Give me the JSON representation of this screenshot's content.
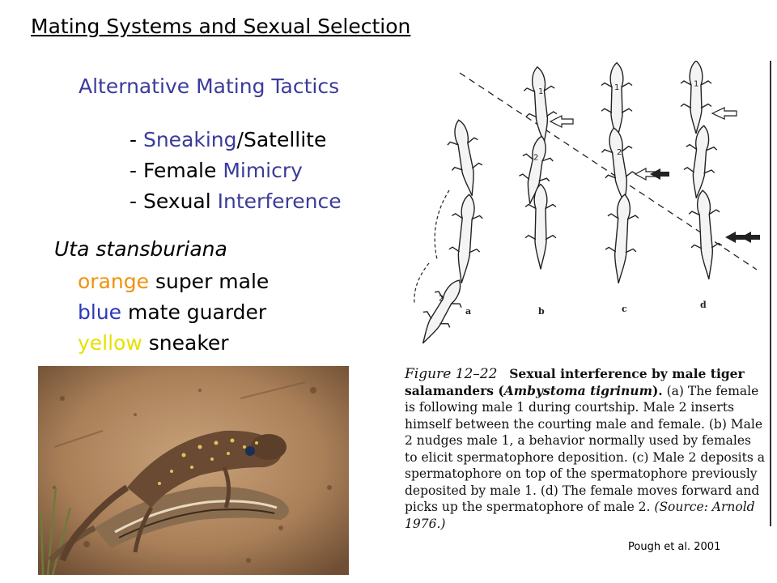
{
  "title": "Mating Systems and Sexual Selection",
  "subtitle": "Alternative Mating Tactics",
  "tactics": [
    {
      "prefix": "- ",
      "highlight": "Sneaking",
      "rest": "/Satellite",
      "highlight_first": true
    },
    {
      "prefix": "- Female ",
      "highlight": "Mimicry",
      "rest": "",
      "highlight_first": false
    },
    {
      "prefix": "- Sexual ",
      "highlight": "Interference",
      "rest": "",
      "highlight_first": false
    }
  ],
  "species": {
    "name": "Uta stansburiana",
    "morphs": [
      {
        "color_word": "orange",
        "role": " super male",
        "color": "#f0920c"
      },
      {
        "color_word": "blue",
        "role": " mate guarder",
        "color": "#2a39b8"
      },
      {
        "color_word": "yellow",
        "role": " sneaker",
        "color": "#e6e000"
      }
    ]
  },
  "figure": {
    "panel_labels": [
      "a",
      "b",
      "c",
      "d"
    ],
    "male_labels": [
      "1",
      "2"
    ],
    "caption_label": "Figure 12–22",
    "caption_bold": "Sexual interference by male tiger salamanders (",
    "caption_species": "Ambystoma tigrinum",
    "caption_bold_end": ").",
    "caption_body": " (a) The female is following male 1 during courtship. Male 2 inserts himself between the courting male and female. (b) Male 2 nudges male 1, a behavior normally used by females to elicit spermatophore deposition. (c) Male 2 deposits a spermatophore on top of the spermatophore previously deposited by male 1. (d) The female moves forward and picks up the spermatophore of male 2. ",
    "caption_source": "(Source: Arnold 1976.)"
  },
  "citation": "Pough et al. 2001",
  "colors": {
    "accent": "#3b3b9a"
  }
}
